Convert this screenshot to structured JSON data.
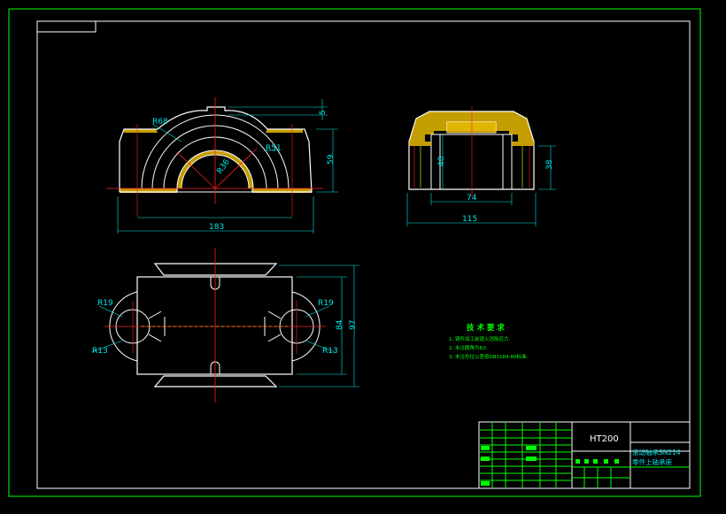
{
  "dimensions": {
    "front": {
      "r68": "R68",
      "r51": "R51",
      "r36": "R36",
      "h59": "59",
      "h5": "5",
      "w183": "183"
    },
    "side": {
      "h48": "48",
      "h38": "38",
      "w74": "74",
      "w115": "115"
    },
    "top": {
      "r19_left": "R19",
      "r13_left": "R13",
      "r19_right": "R19",
      "r13_right": "R13",
      "h84": "84",
      "h97": "97"
    }
  },
  "tech": {
    "title": "技 术 要 求",
    "lines": [
      "1. 铸件加工前退火消除应力.",
      "2. 未注圆角为R3.",
      "3. 未注形位公差按GB1184-80标准."
    ]
  },
  "title_block": {
    "material": "HT200",
    "name_line1": "滚动轴承SN214",
    "name_line2": "零件上轴承座"
  },
  "colors": {
    "frame": "#00ff00",
    "outline": "#ffffff",
    "center": "#ff2020",
    "dim": "#00e5e5",
    "hatch": "#e6b800"
  }
}
